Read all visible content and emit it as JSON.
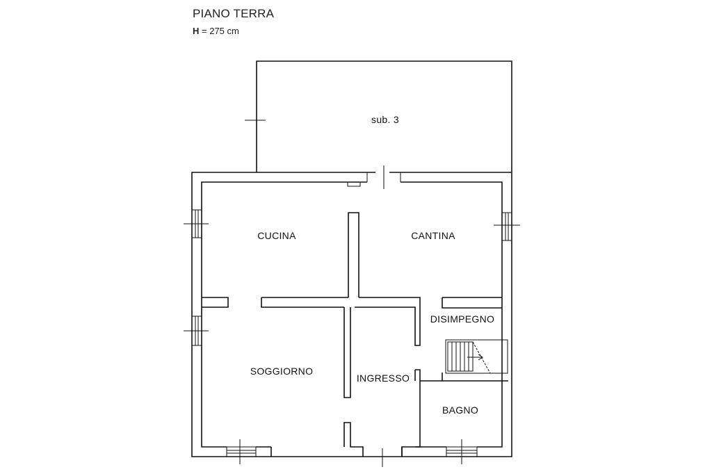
{
  "header": {
    "title": "PIANO TERRA",
    "height_prefix": "H",
    "height_value": "= 275 cm"
  },
  "rooms": {
    "sub3": "sub. 3",
    "cucina": "CUCINA",
    "cantina": "CANTINA",
    "disimpegno": "DISIMPEGNO",
    "soggiorno": "SOGGIORNO",
    "ingresso": "INGRESSO",
    "bagno": "BAGNO"
  }
}
